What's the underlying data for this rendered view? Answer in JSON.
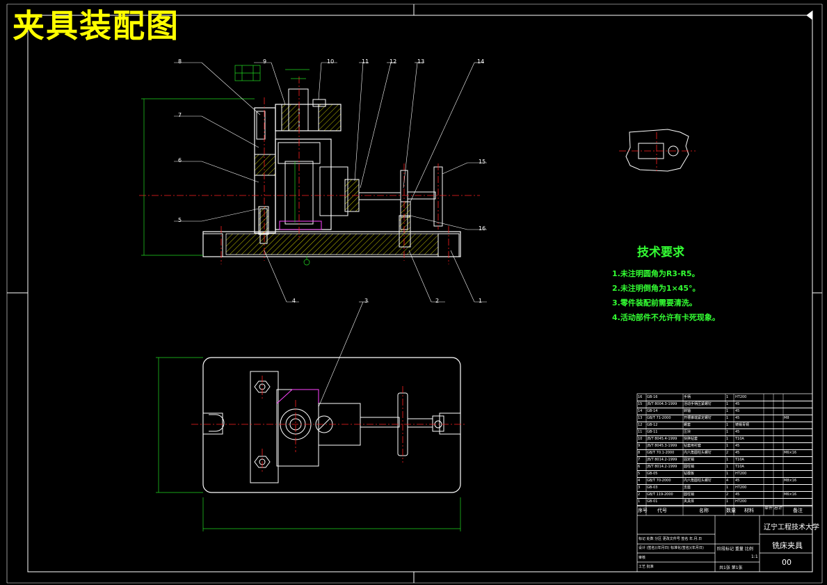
{
  "drawing_title": "夹具装配图",
  "callouts": [
    "1",
    "2",
    "3",
    "4",
    "5",
    "6",
    "7",
    "8",
    "9",
    "10",
    "11",
    "12",
    "13",
    "14",
    "15",
    "16"
  ],
  "tech_requirements": {
    "title": "技术要求",
    "items": [
      "1.未注明圆角为R3-R5。",
      "2.未注明倒角为1×45°。",
      "3.零件装配前需要清洗。",
      "4.活动部件不允许有卡死现象。"
    ]
  },
  "bom": {
    "header": {
      "no": "序号",
      "code": "代号",
      "name": "名称",
      "qty": "数量",
      "material": "材料",
      "weight": "单件 总计",
      "note": "备注"
    },
    "rows": [
      {
        "no": "16",
        "code": "GB-16",
        "name": "手柄",
        "qty": "1",
        "material": "HT200",
        "note": ""
      },
      {
        "no": "15",
        "code": "JB/T 8004.3-1999",
        "name": "活动手柄压紧螺钉",
        "qty": "1",
        "material": "45",
        "note": ""
      },
      {
        "no": "14",
        "code": "GB-14",
        "name": "转轴",
        "qty": "1",
        "material": "45",
        "note": ""
      },
      {
        "no": "13",
        "code": "GB/T 71-2000",
        "name": "开槽锥端紧定螺钉",
        "qty": "1",
        "material": "45",
        "note": "M8"
      },
      {
        "no": "12",
        "code": "GB-12",
        "name": "螺套",
        "qty": "1",
        "material": "铸锡青铜",
        "note": ""
      },
      {
        "no": "11",
        "code": "GB-11",
        "name": "压块",
        "qty": "1",
        "material": "45",
        "note": ""
      },
      {
        "no": "10",
        "code": "JB/T 8045.4-1999",
        "name": "快换钻套",
        "qty": "1",
        "material": "T10A",
        "note": ""
      },
      {
        "no": "9",
        "code": "JB/T 8045.3-1999",
        "name": "钻套用衬套",
        "qty": "1",
        "material": "45",
        "note": ""
      },
      {
        "no": "8",
        "code": "GB/T 70.1-2000",
        "name": "内六角圆柱头螺钉",
        "qty": "2",
        "material": "45",
        "note": "M6×16"
      },
      {
        "no": "7",
        "code": "JB/T 8014.2-1999",
        "name": "固定销",
        "qty": "1",
        "material": "T10A",
        "note": ""
      },
      {
        "no": "6",
        "code": "JB/T 8014.2-1999",
        "name": "圆柱销",
        "qty": "1",
        "material": "T10A",
        "note": ""
      },
      {
        "no": "5",
        "code": "GB-05",
        "name": "钻模板",
        "qty": "1",
        "material": "HT200",
        "note": ""
      },
      {
        "no": "4",
        "code": "GB/T 70-2000",
        "name": "内六角圆柱头螺钉",
        "qty": "4",
        "material": "45",
        "note": "M8×16"
      },
      {
        "no": "3",
        "code": "GB-03",
        "name": "支座",
        "qty": "1",
        "material": "HT200",
        "note": ""
      },
      {
        "no": "2",
        "code": "GB/T 119-2000",
        "name": "圆柱销",
        "qty": "2",
        "material": "45",
        "note": "M6×16"
      },
      {
        "no": "1",
        "code": "GB-01",
        "name": "夹具体",
        "qty": "1",
        "material": "HT200",
        "note": ""
      }
    ]
  },
  "title_block": {
    "school": "辽宁工程技术大学",
    "part_name": "铣床夹具",
    "drawing_no": "00",
    "scale": "1:1",
    "sheets": "共1张 第1张",
    "rows": [
      "标记 处数 分区 更改文件号 签名 年.月.日",
      "设计 (签名)(年月日) 标准化(签名)(年月日)",
      "审核",
      "工艺 批准"
    ],
    "stage_labels": "阶段标记 重量 比例"
  },
  "colors": {
    "outline": "#ffffff",
    "center_line": "#ff2020",
    "dimension": "#22dd22",
    "hatch": "#ffff00",
    "frame_white": "#ffffff",
    "part_accent": "#ff44ff",
    "title": "#ffff00",
    "notes": "#33ff33"
  }
}
